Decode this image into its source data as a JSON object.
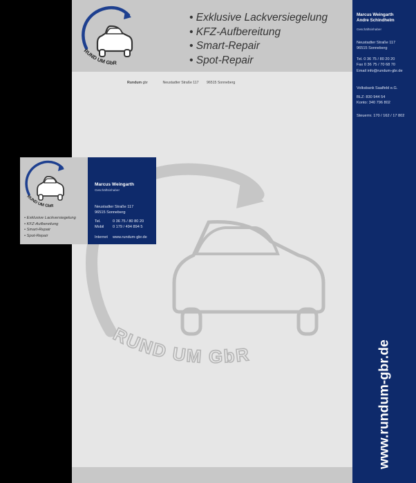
{
  "colors": {
    "brand_blue": "#0e2a6b",
    "sheet_gray": "#e6e6e6",
    "header_gray": "#c8c8c8",
    "arrow_blue": "#1d3f8f"
  },
  "logo": {
    "text": "RUND UM GbR"
  },
  "services": [
    "• Exklusive Lackversiegelung",
    "• KFZ-Aufbereitung",
    "• Smart-Repair",
    "• Spot-Repair"
  ],
  "address_line": {
    "company": "Rundum",
    "suffix": "gbr",
    "street": "Neustadter Straße 117",
    "city": "96515 Sonneberg"
  },
  "sidebar": {
    "name1": "Marcus Weingarth",
    "name2": "Andre Schindhelm",
    "role": "Geschäftsinhaber",
    "street": "Neustadter Straße 117",
    "city": "96515 Sonneberg",
    "tel": "Tel.     0 36 75 / 80 20 20",
    "fax": "Fax     0 36 75 / 70 68 70",
    "email": "Email  info@rundum-gbr.de",
    "bank": "Volksbank Saalfeld e.G.",
    "blz": "BLZ:    830 944 54",
    "konto": "Konto: 340 796 802",
    "steuer": "Steuernr. 170 / 162 / 17 802",
    "website": "www.rundum-gbr.de"
  },
  "card": {
    "services": [
      "• Exklusive Lackversiegelung",
      "• KFZ-Aufbereitung",
      "• Smart-Repair",
      "• Spot-Repair"
    ],
    "name": "Marcus Weingarth",
    "role": "Geschäftsinhaber",
    "street": "Neustadter Straße 117",
    "city": "96515 Sonneberg",
    "tel_label": "Tel.",
    "tel": "0 36 75 / 80 80 20",
    "mobil_label": "Mobil",
    "mobil": "0 179 / 494 894 5",
    "internet_label": "Internet",
    "internet": "www.rundum-gbr.de"
  }
}
